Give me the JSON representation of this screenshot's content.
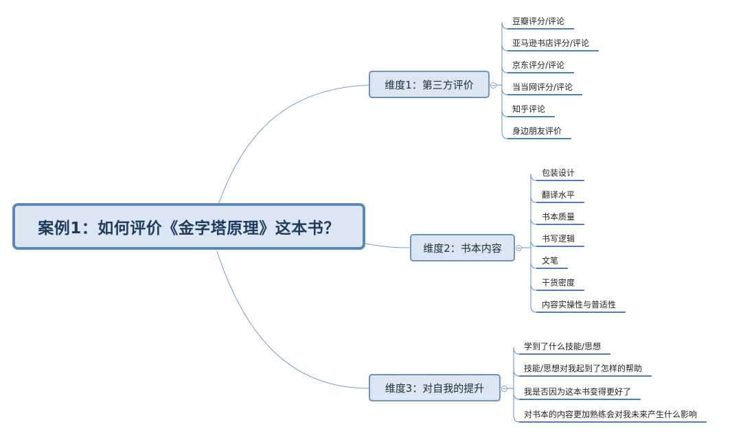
{
  "central": {
    "label": "案例1：如何评价《金字塔原理》这本书？"
  },
  "branches": [
    {
      "label": "维度1：第三方评价",
      "leaves": [
        "豆瓣评分/评论",
        "亚马逊书店评分/评论",
        "京东评分/评论",
        "当当网评分/评论",
        "知乎评论",
        "身边朋友评价"
      ]
    },
    {
      "label": "维度2：书本内容",
      "leaves": [
        "包装设计",
        "翻译水平",
        "书本质量",
        "书写逻辑",
        "文笔",
        "干货密度",
        "内容实操性与普适性"
      ]
    },
    {
      "label": "维度3：对自我的提升",
      "leaves": [
        "学到了什么技能/思想",
        "技能/思想对我起到了怎样的帮助",
        "我是否因为这本书变得更好了",
        "对书本的内容更加熟练会对我未来产生什么影响"
      ]
    }
  ],
  "colors": {
    "line": "#5b8fc7",
    "underline": "#4a7fc0",
    "node_fill": "#dbe6f2",
    "node_border": "#6a94c4"
  },
  "icons": {
    "collapse": "collapse-minus-icon"
  }
}
